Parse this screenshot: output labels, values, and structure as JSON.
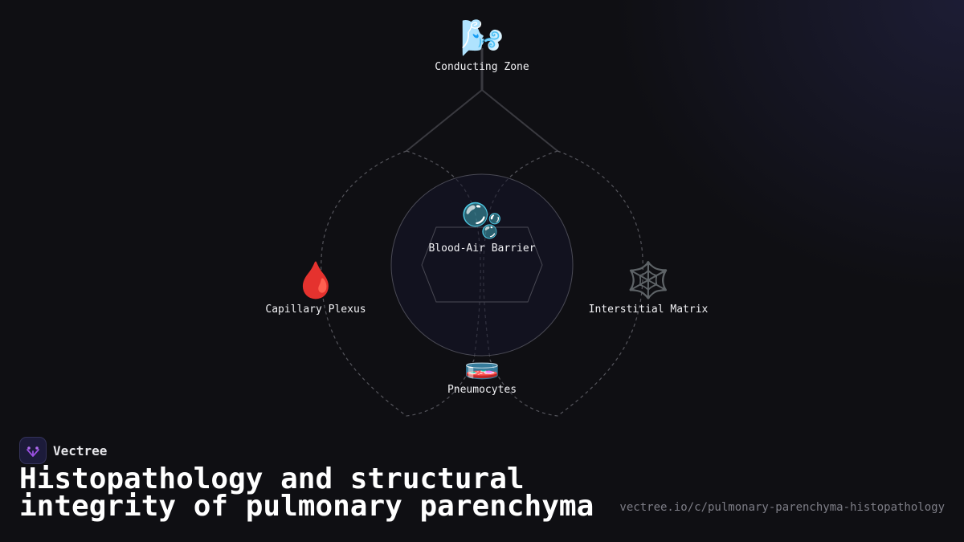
{
  "diagram": {
    "nodes": {
      "conducting_zone": {
        "label": "Conducting Zone",
        "icon": "🌬️",
        "icon_name": "wind-icon"
      },
      "blood_air_barrier": {
        "label": "Blood-Air Barrier",
        "icon": "🫧",
        "icon_name": "bubbles-icon"
      },
      "capillary_plexus": {
        "label": "Capillary Plexus",
        "icon": "🩸",
        "icon_name": "blood-drop-icon"
      },
      "interstitial_matrix": {
        "label": "Interstitial Matrix",
        "icon": "🕸️",
        "icon_name": "spider-web-icon"
      },
      "pneumocytes": {
        "label": "Pneumocytes",
        "icon": "🧫",
        "icon_name": "petri-dish-icon"
      }
    },
    "colors": {
      "background": "#0f0f13",
      "line": "#3a3a40",
      "dashed": "#55555c",
      "label": "#f1f1f4"
    }
  },
  "footer": {
    "brand_name": "Vectree",
    "brand_icon": "vectree-logo-icon",
    "title": "Histopathology and structural integrity of pulmonary parenchyma",
    "url": "vectree.io/c/pulmonary-parenchyma-histopathology"
  }
}
